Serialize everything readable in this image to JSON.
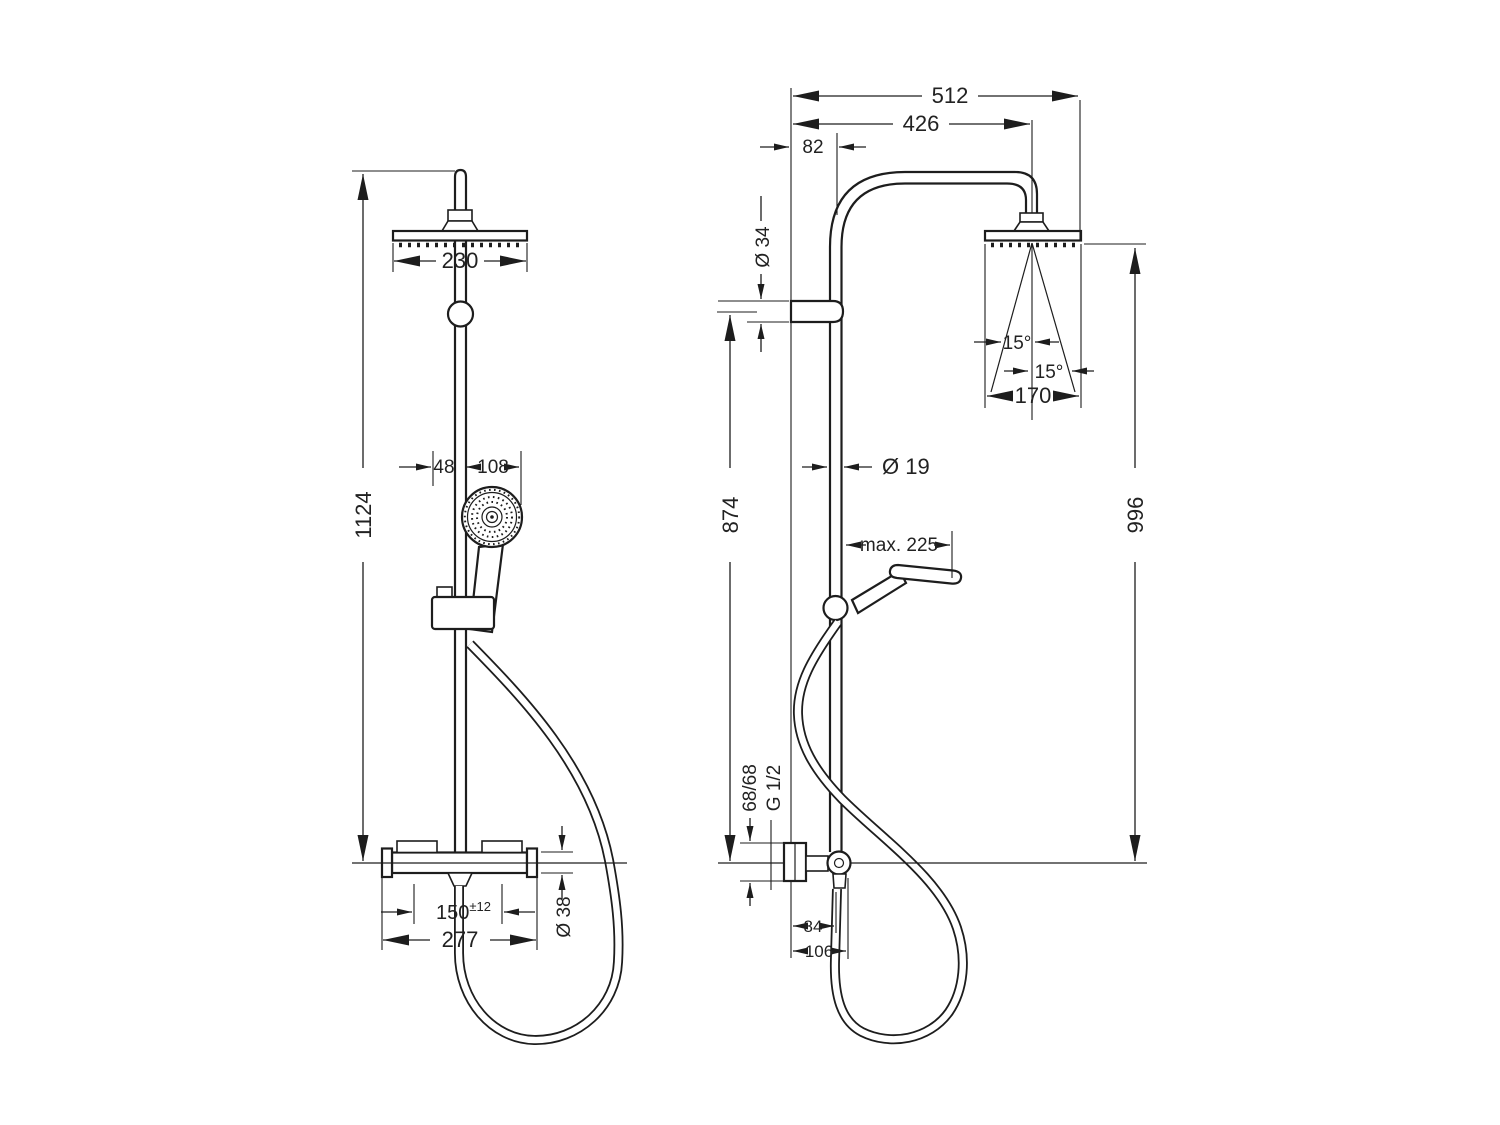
{
  "drawing": {
    "kind": "technical-dimension-drawing",
    "product": "shower pipe with overhead shower, hand shower and thermostat",
    "line_color": "#1d1d1d",
    "background": "#ffffff"
  },
  "front_view": {
    "dims": {
      "overall_height": "1124",
      "head_width": "230",
      "hand_offset": "48",
      "hand_width": "108",
      "supply_spacing": "150",
      "supply_tolerance": "±12",
      "valve_width": "277",
      "valve_diameter": "Ø 38"
    }
  },
  "side_view": {
    "dims": {
      "arm_total": "512",
      "arm_to_head": "426",
      "riser_offset": "82",
      "bracket_diameter": "Ø 34",
      "spray_angle_left": "15°",
      "spray_angle_right": "15°",
      "head_depth": "170",
      "riser_diameter": "Ø 19",
      "riser_height": "874",
      "hand_reach": "max. 225",
      "head_height": "996",
      "supply_offsets": "68/68",
      "thread_size": "G 1/2",
      "hose_offset": "84",
      "pivot_offset": "106"
    }
  }
}
